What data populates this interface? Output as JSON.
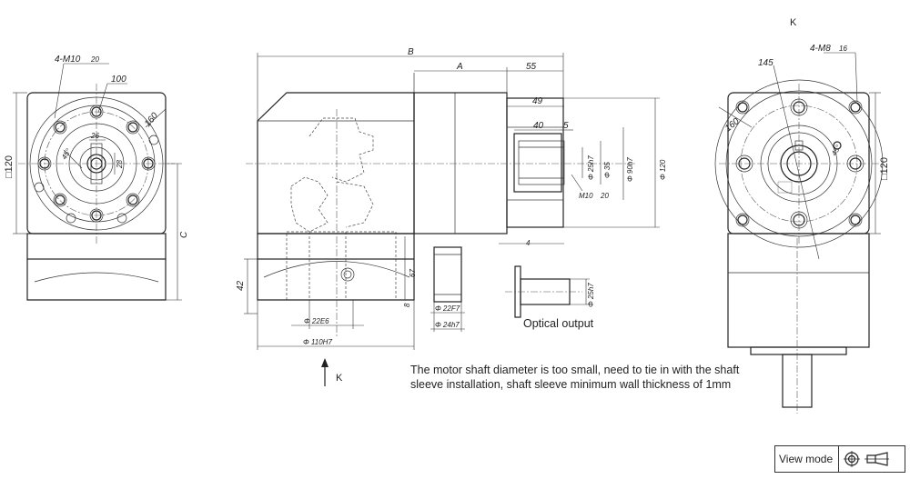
{
  "labels": {
    "bolt_front": "4-M10",
    "bolt_front_depth": "20",
    "pcd_front": "100",
    "dia_160": "160",
    "angle_front": "45°",
    "w26": "26",
    "h28": "28",
    "sq_front": "□120",
    "c": "C",
    "b": "B",
    "a": "A",
    "d55": "55",
    "d49": "49",
    "d40": "40",
    "d5": "5",
    "shaft_25": "Φ 25h7",
    "shaft_35": "Φ 35",
    "pilot_90": "Φ 90h7",
    "flange_120": "Φ 120",
    "m10_depth": "M10",
    "m10_depth_val": "20",
    "d4": "4",
    "h42": "42",
    "h67": "67",
    "h8": "8",
    "bore_22": "Φ 22E6",
    "base_110": "Φ 110H7",
    "key_22": "Φ 22F7",
    "key_24": "Φ 24h7",
    "opt_25": "Φ 25h7",
    "optical_output": "Optical output",
    "k_arrow": "K",
    "k_view": "K",
    "bolt_right": "4-M8",
    "bolt_right_depth": "16",
    "pcd_right": "145",
    "dia_160_right": "160",
    "angle_right": "45°",
    "sq_right": "□120"
  },
  "note": {
    "line1": "The motor shaft diameter is too small, need to tie in with the shaft",
    "line2": "sleeve installation, shaft sleeve minimum wall thickness of 1mm"
  },
  "view_mode": {
    "label": "View mode",
    "icons": [
      "first-angle-projection-icon",
      "third-angle-projection-icon"
    ]
  }
}
